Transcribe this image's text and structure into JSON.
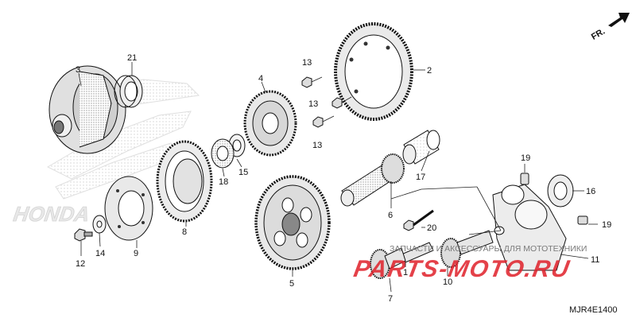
{
  "diagram": {
    "code": "MJR4E1400",
    "direction_label": "FR.",
    "brand_watermark": "HONDA",
    "shop_watermark_caption": "ЗАПЧАСТИ И АКСЕССУАРЫ ДЛЯ МОТОТЕХНИКИ",
    "shop_watermark_logo": "PARTS-MOTO.RU"
  },
  "callouts": [
    "1",
    "2",
    "3",
    "4",
    "5",
    "6",
    "7",
    "8",
    "9",
    "10",
    "11",
    "12",
    "13",
    "13",
    "13",
    "14",
    "15",
    "16",
    "17",
    "18",
    "19",
    "19",
    "20",
    "21"
  ],
  "colors": {
    "line": "#111111",
    "gear_fill": "#e9e9e9",
    "shade": "#bdbdbd",
    "watermark_red": "#e0202a",
    "watermark_gray": "#d9d9d9"
  }
}
